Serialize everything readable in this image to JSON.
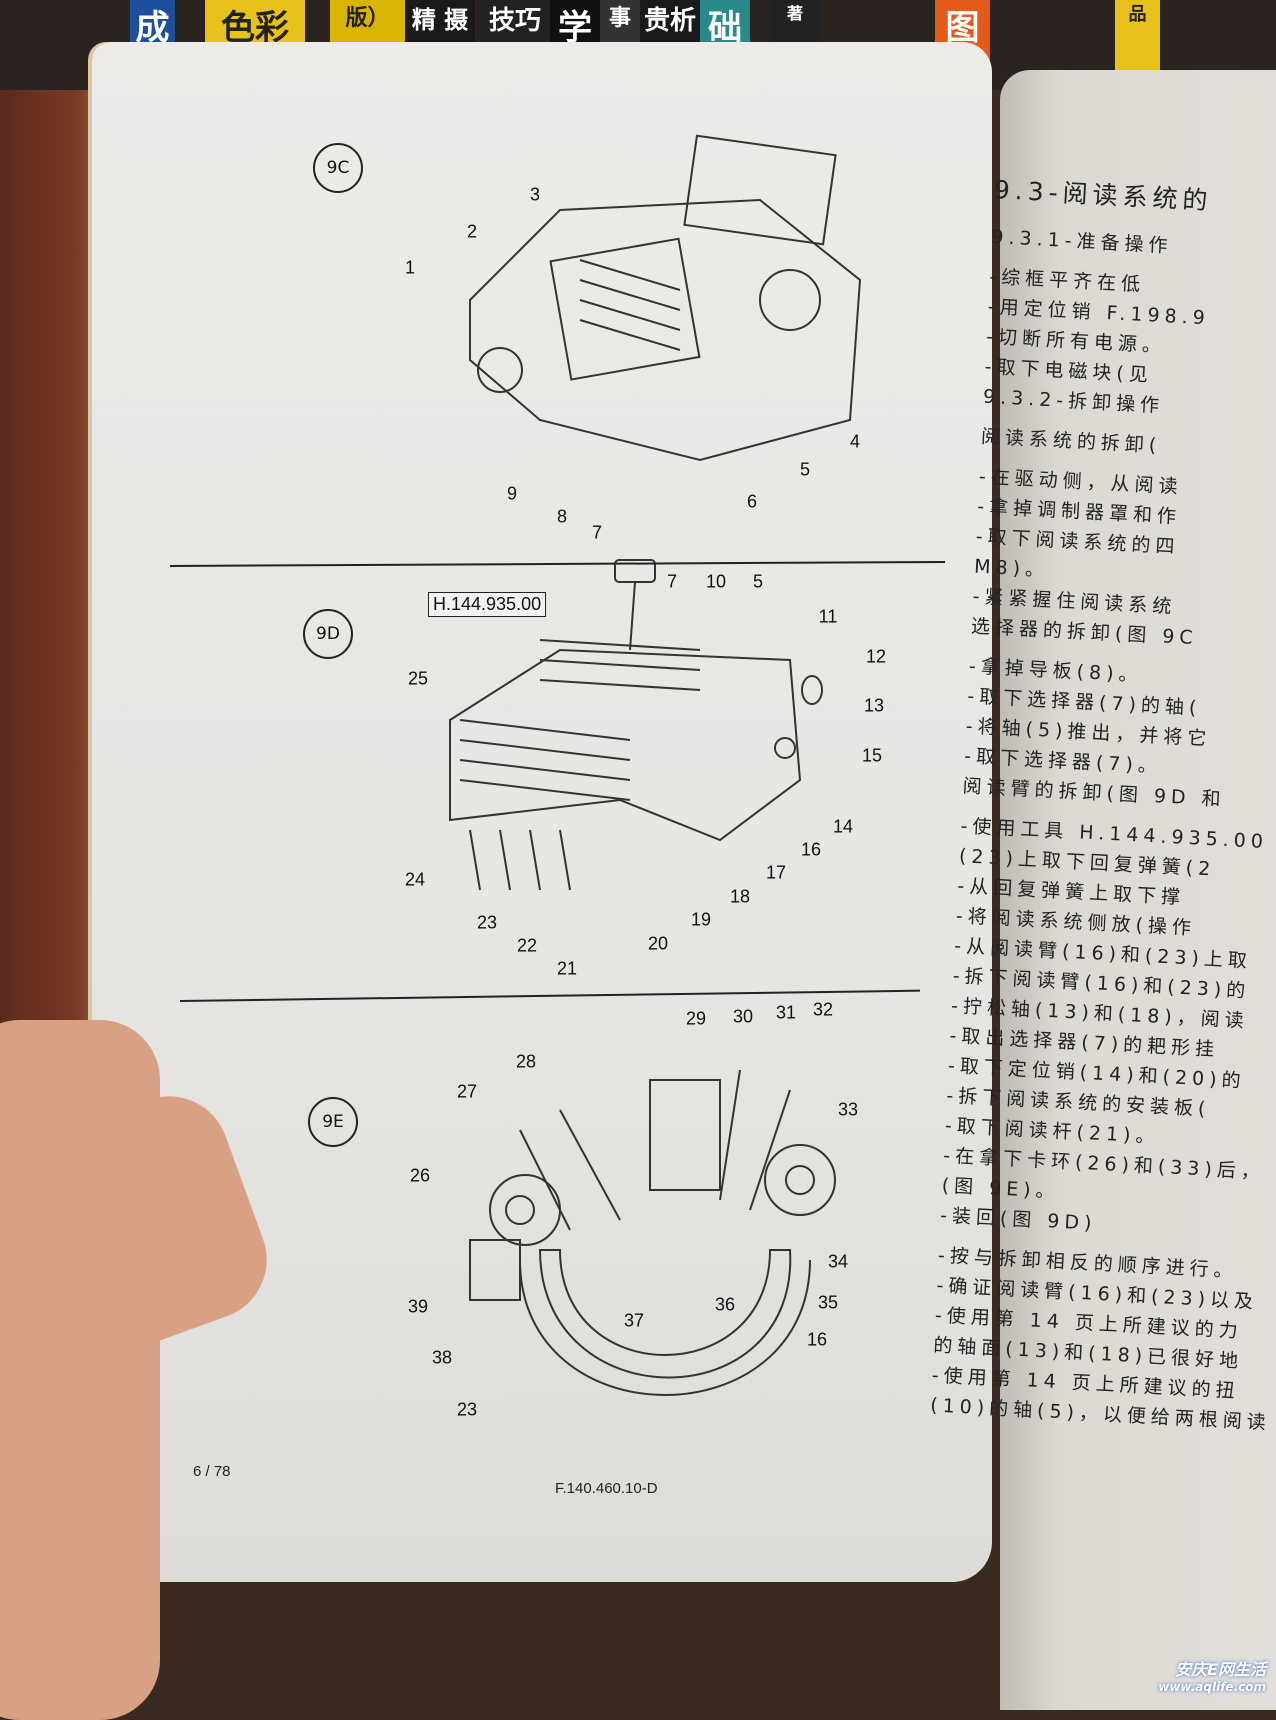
{
  "bookshelf": {
    "spines": [
      "成",
      "色彩",
      "版）",
      "精 摄影 通",
      "技巧 精",
      "学",
      "事",
      "贵析",
      "础",
      "著",
      "图",
      "品"
    ]
  },
  "left_page": {
    "figures": [
      {
        "id": "9C",
        "callouts": [
          "1",
          "2",
          "3",
          "4",
          "5",
          "6",
          "7",
          "8",
          "9"
        ]
      },
      {
        "id": "9D",
        "tool_label": "H.144.935.00",
        "callouts": [
          "7",
          "10",
          "5",
          "11",
          "12",
          "13",
          "15",
          "14",
          "16",
          "17",
          "18",
          "19",
          "20",
          "21",
          "22",
          "23",
          "24",
          "25"
        ]
      },
      {
        "id": "9E",
        "callouts": [
          "29",
          "30",
          "31",
          "32",
          "33",
          "28",
          "27",
          "26",
          "34",
          "35",
          "16",
          "36",
          "37",
          "39",
          "38",
          "23"
        ]
      }
    ],
    "page_number": "6 / 78",
    "doc_code": "F.140.460.10-D"
  },
  "right_page": {
    "lines": [
      "9.3-阅读系统的",
      "9.3.1-准备操作",
      "-综框平齐在低",
      "-用定位销 F.198.9",
      "-切断所有电源。",
      "-取下电磁块(见",
      "9.3.2-拆卸操作",
      "阅读系统的拆卸(",
      "-在驱动侧，从阅读",
      "-拿掉调制器罩和作",
      "-取下阅读系统的四",
      "M8)。",
      "-紧紧握住阅读系统",
      "选择器的拆卸(图 9C",
      "-拿掉导板(8)。",
      "-取下选择器(7)的轴(",
      "-将轴(5)推出，并将它",
      "-取下选择器(7)。",
      "阅读臂的拆卸(图 9D 和",
      "-使用工具 H.144.935.00",
      "(23)上取下回复弹簧(2",
      "-从回复弹簧上取下撑",
      "-将阅读系统侧放(操作",
      "-从阅读臂(16)和(23)上取",
      "-拆下阅读臂(16)和(23)的",
      "-拧松轴(13)和(18)，阅读",
      "-取出选择器(7)的耙形挂",
      "-取下定位销(14)和(20)的",
      "-拆下阅读系统的安装板(",
      "-取下阅读杆(21)。",
      "-在拿下卡环(26)和(33)后，",
      "(图 9E)。",
      "-装回(图 9D)",
      "-按与拆卸相反的顺序进行。",
      "-确证阅读臂(16)和(23)以及",
      "-使用第 14 页上所建议的力",
      "的轴面(13)和(18)已很好地",
      "-使用第 14 页上所建议的扭",
      "(10)的轴(5)，以便给两根阅读"
    ]
  },
  "watermark": {
    "brand": "安庆E网生活",
    "url": "www.aqlife.com"
  }
}
